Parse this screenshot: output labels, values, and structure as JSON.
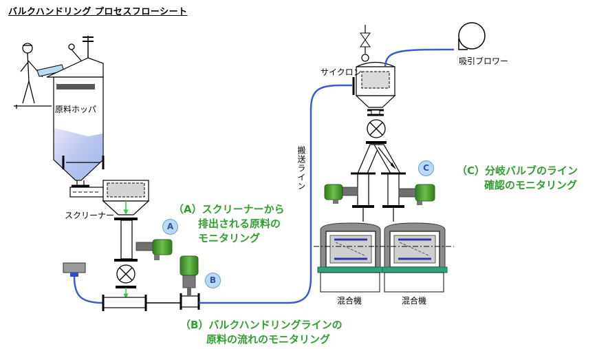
{
  "title": "バルクハンドリング プロセスフローシート",
  "labels": {
    "hopper": "原料ホッパ",
    "screener": "スクリーナー",
    "cyclone": "サイクロン",
    "blower": "吸引ブロワー",
    "transport_line": "搬送ライン",
    "mixer_left": "混合機",
    "mixer_right": "混合機"
  },
  "markers": {
    "a": "A",
    "b": "B",
    "c": "C"
  },
  "notes": {
    "a_line1": "（A）スクリーナーから",
    "a_line2": "排出される原料の",
    "a_line3": "モニタリング",
    "b_line1": "（B）バルクハンドリングラインの",
    "b_line2": "原料の流れのモニタリング",
    "c_line1": "（C）分岐バルブのライン",
    "c_line2": "確認のモニタリング"
  },
  "colors": {
    "annotation": "#2e9e2e",
    "pipeline": "#3c5ad7",
    "sensor": "#4a9a2e",
    "mixer_base": "#2ea37a",
    "marker_fill": "#b9d9f4"
  }
}
